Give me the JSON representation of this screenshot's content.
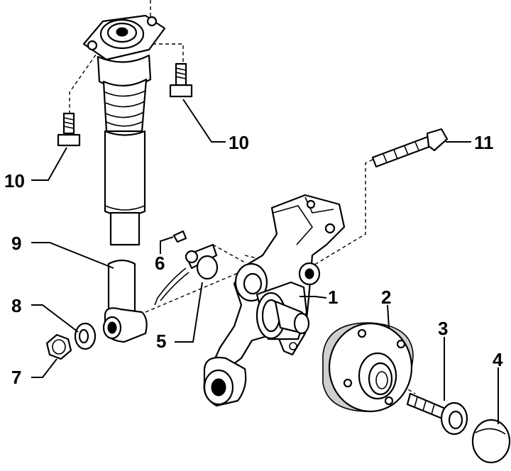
{
  "diagram": {
    "callouts": [
      {
        "id": "c1",
        "text": "1"
      },
      {
        "id": "c2",
        "text": "2"
      },
      {
        "id": "c3",
        "text": "3"
      },
      {
        "id": "c4",
        "text": "4"
      },
      {
        "id": "c5",
        "text": "5"
      },
      {
        "id": "c6",
        "text": "6"
      },
      {
        "id": "c7",
        "text": "7"
      },
      {
        "id": "c8",
        "text": "8"
      },
      {
        "id": "c9",
        "text": "9"
      },
      {
        "id": "c10a",
        "text": "10"
      },
      {
        "id": "c10b",
        "text": "10"
      },
      {
        "id": "c11",
        "text": "11"
      }
    ]
  }
}
